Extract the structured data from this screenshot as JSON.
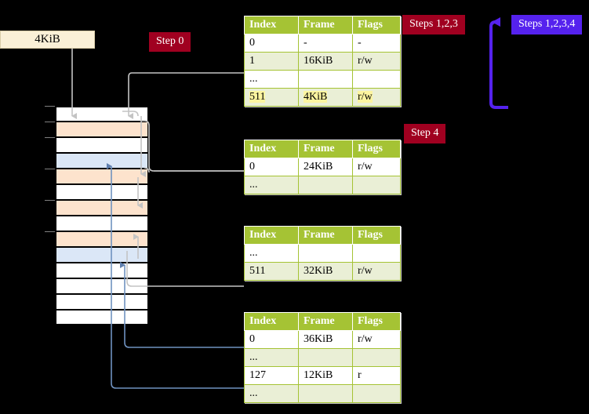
{
  "labels": {
    "step0": "Step 0",
    "step4": "Step 4",
    "steps123": "Steps 1,2,3",
    "steps1234": "Steps 1,2,3,4"
  },
  "memory": {
    "size_box_label": "4KiB",
    "rows": [
      {
        "color": "white",
        "tick": true
      },
      {
        "color": "orange",
        "tick": true
      },
      {
        "color": "white",
        "tick": true
      },
      {
        "color": "blue",
        "tick": false
      },
      {
        "color": "orange",
        "tick": true
      },
      {
        "color": "white",
        "tick": false
      },
      {
        "color": "orange",
        "tick": true
      },
      {
        "color": "white",
        "tick": false
      },
      {
        "color": "orange",
        "tick": true
      },
      {
        "color": "blue",
        "tick": false
      },
      {
        "color": "white",
        "tick": false
      },
      {
        "color": "white",
        "tick": false
      },
      {
        "color": "white",
        "tick": false
      },
      {
        "color": "white",
        "tick": false
      }
    ]
  },
  "tables": [
    {
      "id": "table-level-1",
      "headers": [
        "Index",
        "Frame",
        "Flags"
      ],
      "rows": [
        {
          "style": "plain",
          "cells": [
            "0",
            "-",
            "-"
          ],
          "highlight": [
            false,
            false,
            false
          ]
        },
        {
          "style": "alt",
          "cells": [
            "1",
            "16KiB",
            "r/w"
          ],
          "highlight": [
            false,
            false,
            false
          ]
        },
        {
          "style": "plain",
          "cells": [
            "...",
            "",
            ""
          ],
          "highlight": [
            false,
            false,
            false
          ]
        },
        {
          "style": "alt",
          "cells": [
            "511",
            "4KiB",
            "r/w"
          ],
          "highlight": [
            true,
            true,
            true
          ]
        }
      ]
    },
    {
      "id": "table-level-2",
      "headers": [
        "Index",
        "Frame",
        "Flags"
      ],
      "rows": [
        {
          "style": "plain",
          "cells": [
            "0",
            "24KiB",
            "r/w"
          ],
          "highlight": [
            false,
            false,
            false
          ]
        },
        {
          "style": "alt",
          "cells": [
            "...",
            "",
            ""
          ],
          "highlight": [
            false,
            false,
            false
          ]
        }
      ]
    },
    {
      "id": "table-level-3",
      "headers": [
        "Index",
        "Frame",
        "Flags"
      ],
      "rows": [
        {
          "style": "plain",
          "cells": [
            "...",
            "",
            ""
          ],
          "highlight": [
            false,
            false,
            false
          ]
        },
        {
          "style": "alt",
          "cells": [
            "511",
            "32KiB",
            "r/w"
          ],
          "highlight": [
            false,
            false,
            false
          ]
        }
      ]
    },
    {
      "id": "table-level-4",
      "headers": [
        "Index",
        "Frame",
        "Flags"
      ],
      "rows": [
        {
          "style": "plain",
          "cells": [
            "0",
            "36KiB",
            "r/w"
          ],
          "highlight": [
            false,
            false,
            false
          ]
        },
        {
          "style": "alt",
          "cells": [
            "...",
            "",
            ""
          ],
          "highlight": [
            false,
            false,
            false
          ]
        },
        {
          "style": "plain",
          "cells": [
            "127",
            "12KiB",
            "r"
          ],
          "highlight": [
            false,
            false,
            false
          ]
        },
        {
          "style": "alt",
          "cells": [
            "...",
            "",
            ""
          ],
          "highlight": [
            false,
            false,
            false
          ]
        }
      ]
    }
  ],
  "colors": {
    "header_green": "#a5c334",
    "alt_row": "#eaefd6",
    "badge_red": "#a00020",
    "badge_blue": "#5522ee",
    "mem_orange": "#fde3cd",
    "mem_blue": "#dbe7f7",
    "kib_box": "#faf0d7",
    "connector_gray": "#b5b5b5",
    "connector_blue": "#6f92c0"
  }
}
